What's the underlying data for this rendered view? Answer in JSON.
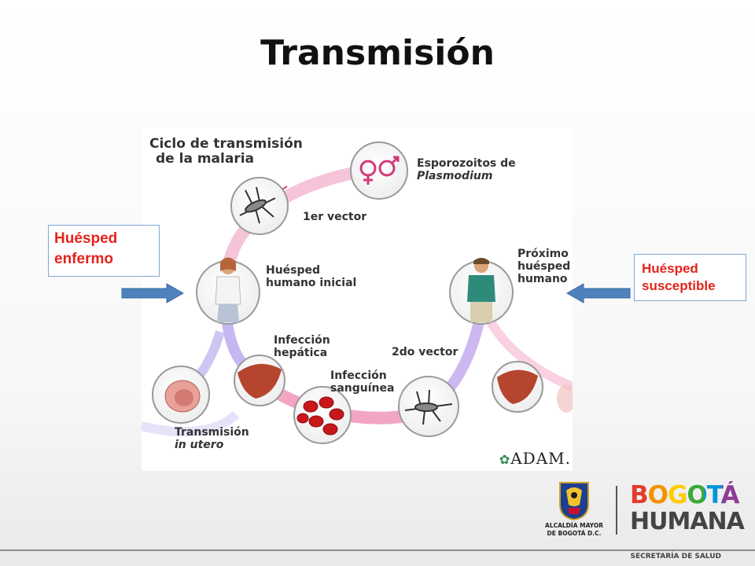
{
  "slide": {
    "title": "Transmisión"
  },
  "diagram": {
    "heading_line1": "Ciclo de transmisión",
    "heading_line2": "de la malaria",
    "stage_esporozoitos_line1": "Esporozoitos de",
    "stage_esporozoitos_line2": "Plasmodium",
    "stage_vector1": "1er vector",
    "stage_huesped_inicial_line1": "Huésped",
    "stage_huesped_inicial_line2": "humano inicial",
    "stage_hepatica_line1": "Infección",
    "stage_hepatica_line2": "hepática",
    "stage_sanguinea_line1": "Infección",
    "stage_sanguinea_line2": "sanguínea",
    "stage_vector2": "2do vector",
    "stage_proximo_line1": "Próximo",
    "stage_proximo_line2": "huésped",
    "stage_proximo_line3": "humano",
    "stage_utero_line1": "Transmisión",
    "stage_utero_line2": "in utero",
    "brand": "ADAM."
  },
  "callouts": {
    "left_line1": "Huésped",
    "left_line2": "enfermo",
    "right_line1": "Huésped",
    "right_line2": "susceptible"
  },
  "footer": {
    "alcaldia_line1": "ALCALDÍA MAYOR",
    "alcaldia_line2": "DE BOGOTÁ D.C.",
    "bogota_word": "BOGOTÁ",
    "humana_word": "HUMANA",
    "secretaria": "SECRETARÍA DE SALUD"
  },
  "colors": {
    "callout_text": "#e4231b",
    "arrow_fill": "#4f81bd",
    "cycle_pink": "#e8457a",
    "cycle_purple": "#8a7be0"
  }
}
